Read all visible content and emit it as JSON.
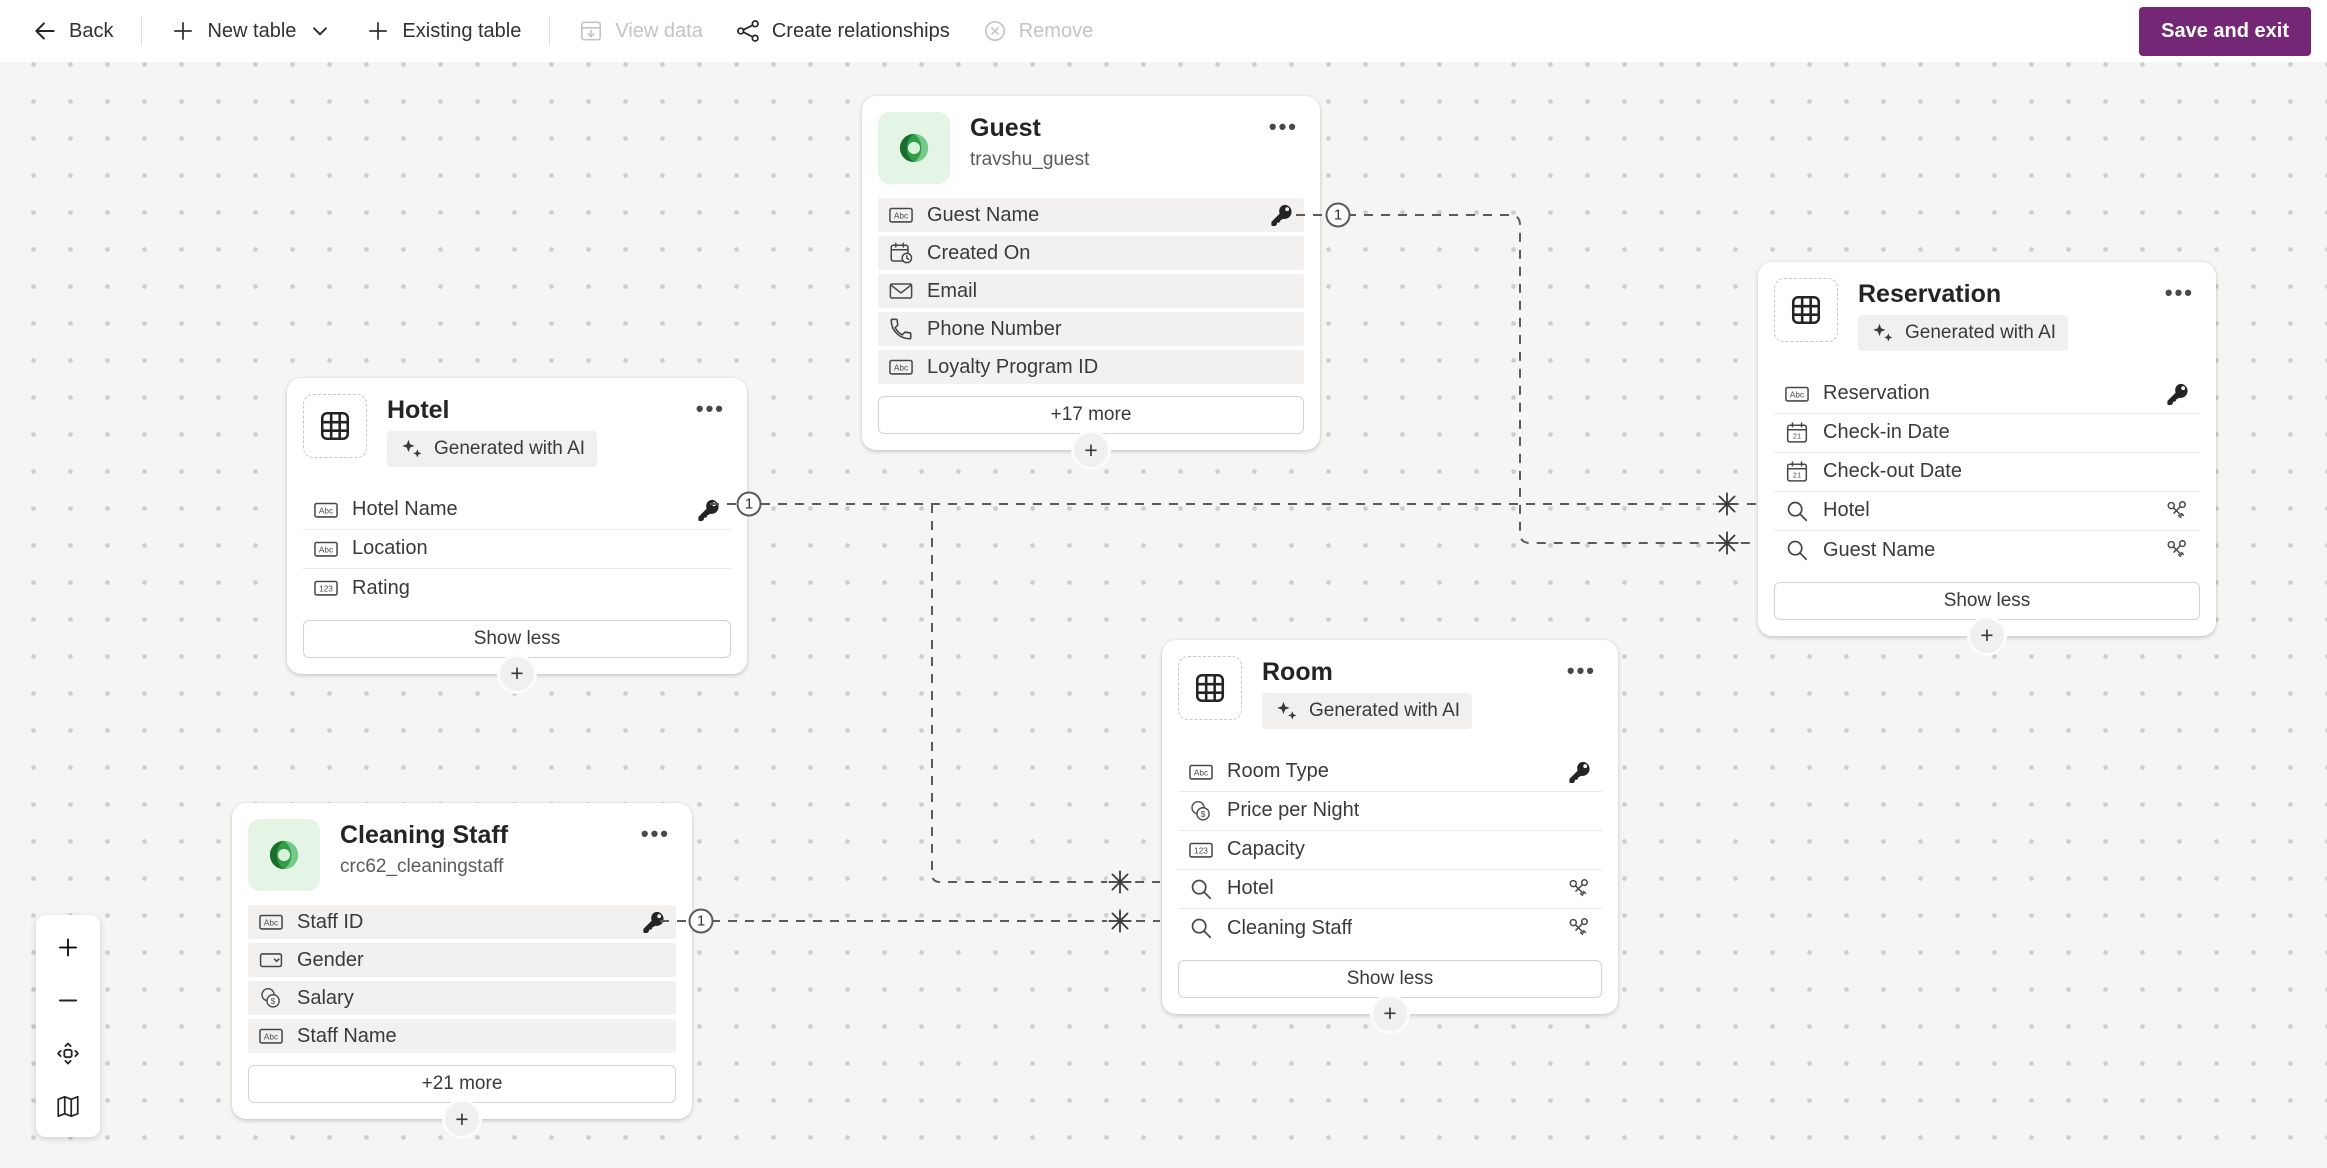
{
  "toolbar": {
    "back": "Back",
    "new_table": "New table",
    "existing_table": "Existing table",
    "view_data": "View data",
    "create_relationships": "Create relationships",
    "remove": "Remove",
    "save_and_exit": "Save and exit",
    "icons": {
      "back": "arrow-left-icon",
      "add": "plus-icon",
      "chevron": "chevron-down-icon",
      "view_data": "table-view-icon",
      "create_relationships": "relationships-icon",
      "remove": "dismiss-circle-icon"
    }
  },
  "colors": {
    "accent": "#742774",
    "canvas_bg": "#f5f5f3",
    "line": "#5c5b59",
    "row_gray": "#f2f1ef",
    "dataverse_green": "#2f9e44"
  },
  "canvas": {
    "many_marker_icon": "asterisk-icon",
    "cards": [
      {
        "title": "Guest",
        "subtitle": "travshu_guest",
        "logo": "dataverse-icon",
        "footer": "+17 more",
        "fields": [
          {
            "label": "Guest Name",
            "icon": "text-icon",
            "primary": true,
            "key_icon": "key-icon"
          },
          {
            "label": "Created On",
            "icon": "calendar-clock-icon"
          },
          {
            "label": "Email",
            "icon": "email-icon"
          },
          {
            "label": "Phone Number",
            "icon": "phone-icon"
          },
          {
            "label": "Loyalty Program ID",
            "icon": "text-icon"
          }
        ]
      },
      {
        "title": "Hotel",
        "badge": "Generated with AI",
        "badge_icon": "sparkle-icon",
        "logo": "table-icon",
        "footer": "Show less",
        "fields": [
          {
            "label": "Hotel Name",
            "icon": "text-icon",
            "primary": true,
            "key_icon": "key-icon"
          },
          {
            "label": "Location",
            "icon": "text-icon"
          },
          {
            "label": "Rating",
            "icon": "number-icon"
          }
        ]
      },
      {
        "title": "Reservation",
        "badge": "Generated with AI",
        "badge_icon": "sparkle-icon",
        "logo": "table-icon",
        "footer": "Show less",
        "fields": [
          {
            "label": "Reservation",
            "icon": "text-icon",
            "primary": true,
            "key_icon": "key-icon"
          },
          {
            "label": "Check-in Date",
            "icon": "date-icon"
          },
          {
            "label": "Check-out Date",
            "icon": "date-icon"
          },
          {
            "label": "Hotel",
            "icon": "lookup-icon",
            "lookup": true,
            "keys_icon": "keys-icon"
          },
          {
            "label": "Guest Name",
            "icon": "lookup-icon",
            "lookup": true,
            "keys_icon": "keys-icon"
          }
        ]
      },
      {
        "title": "Room",
        "badge": "Generated with AI",
        "badge_icon": "sparkle-icon",
        "logo": "table-icon",
        "footer": "Show less",
        "fields": [
          {
            "label": "Room Type",
            "icon": "text-icon",
            "primary": true,
            "key_icon": "key-icon"
          },
          {
            "label": "Price per Night",
            "icon": "currency-icon"
          },
          {
            "label": "Capacity",
            "icon": "number-icon"
          },
          {
            "label": "Hotel",
            "icon": "lookup-icon",
            "lookup": true,
            "keys_icon": "keys-icon"
          },
          {
            "label": "Cleaning Staff",
            "icon": "lookup-icon",
            "lookup": true,
            "keys_icon": "keys-icon"
          }
        ]
      },
      {
        "title": "Cleaning Staff",
        "subtitle": "crc62_cleaningstaff",
        "logo": "dataverse-icon",
        "footer": "+21 more",
        "fields": [
          {
            "label": "Staff ID",
            "icon": "text-icon",
            "primary": true,
            "key_icon": "key-icon"
          },
          {
            "label": "Gender",
            "icon": "choice-icon"
          },
          {
            "label": "Salary",
            "icon": "currency-icon"
          },
          {
            "label": "Staff Name",
            "icon": "text-icon"
          }
        ]
      }
    ],
    "relationships": [
      {
        "from": "Guest.Guest Name",
        "to": "Reservation.Guest Name",
        "one": "1",
        "many": "*"
      },
      {
        "from": "Hotel.Hotel Name",
        "to": "Reservation.Hotel",
        "one": "1",
        "many": "*"
      },
      {
        "from": "Hotel.Hotel Name",
        "to": "Room.Hotel",
        "one": "1",
        "many": "*"
      },
      {
        "from": "Cleaning Staff.Staff ID",
        "to": "Room.Cleaning Staff",
        "one": "1",
        "many": "*"
      }
    ]
  },
  "zoom_controls": {
    "items": [
      {
        "name": "zoom-in",
        "icon": "plus-icon"
      },
      {
        "name": "zoom-out",
        "icon": "minus-icon"
      },
      {
        "name": "fit-view",
        "icon": "fit-view-icon"
      },
      {
        "name": "minimap",
        "icon": "map-icon"
      }
    ]
  }
}
